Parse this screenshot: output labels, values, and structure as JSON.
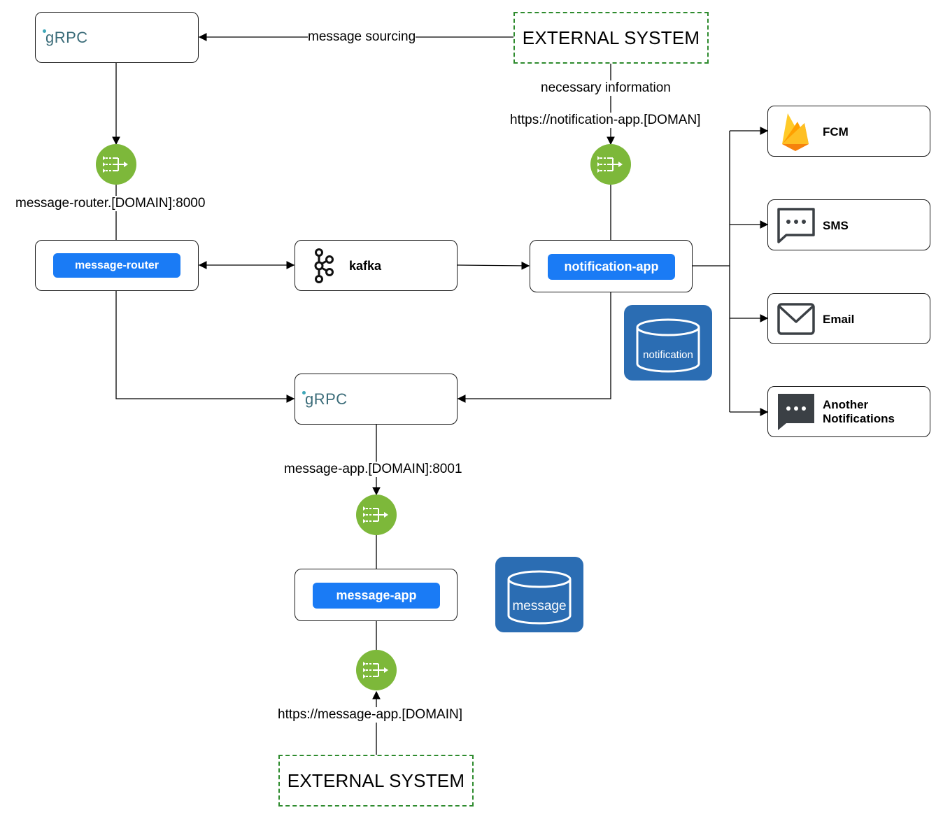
{
  "external_top": {
    "label": "EXTERNAL SYSTEM"
  },
  "external_bottom": {
    "label": "EXTERNAL SYSTEM"
  },
  "grpc_top": {
    "label": "gRPC"
  },
  "grpc_middle": {
    "label": "gRPC"
  },
  "message_router": {
    "label": "message-router"
  },
  "kafka": {
    "label": "kafka"
  },
  "notification_app": {
    "label": "notification-app"
  },
  "message_app": {
    "label": "message-app"
  },
  "edges": {
    "message_sourcing": "message sourcing",
    "necessary_information": "necessary information",
    "notification_url": "https://notification-app.[DOMAN]",
    "router_url": "message-router.[DOMAIN]:8000",
    "message_app_url": "message-app.[DOMAIN]:8001",
    "message_app_https": "https://message-app.[DOMAIN]"
  },
  "databases": {
    "notification": "notification",
    "message": "message"
  },
  "channels": [
    {
      "label": "FCM",
      "icon": "firebase-icon"
    },
    {
      "label": "SMS",
      "icon": "sms-icon"
    },
    {
      "label": "Email",
      "icon": "email-icon"
    },
    {
      "label": "Another Notifications",
      "icon": "chat-icon"
    }
  ],
  "colors": {
    "pill_blue": "#1a7bf5",
    "gateway_green": "#7db83a",
    "db_blue": "#2b6db3",
    "dashed_green": "#2e8b2e"
  }
}
